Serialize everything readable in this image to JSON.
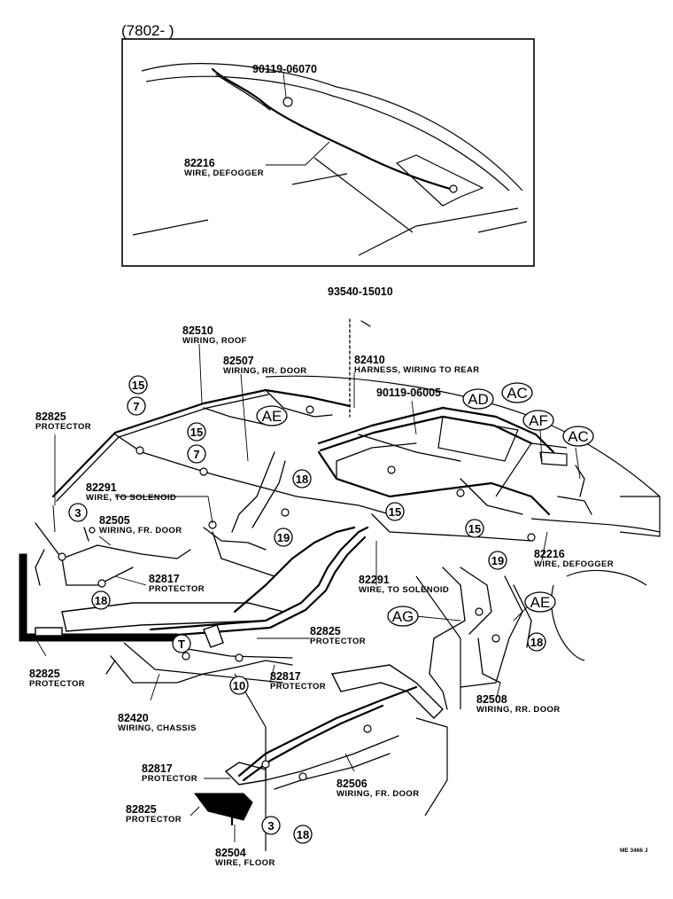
{
  "inset": {
    "range_label": "(7802-        )",
    "part_a": "90119-06070",
    "part_b_num": "82216",
    "part_b_desc": "WIRE, DEFOGGER"
  },
  "parts": {
    "p93540": "93540-15010",
    "p82510": {
      "num": "82510",
      "desc": "WIRING, ROOF"
    },
    "p82507": {
      "num": "82507",
      "desc": "WIRING, RR. DOOR"
    },
    "p82410": {
      "num": "82410",
      "desc": "HARNESS, WIRING TO REAR"
    },
    "p90119": "90119-06005",
    "p82825a": {
      "num": "82825",
      "desc": "PROTECTOR"
    },
    "p82291a": {
      "num": "82291",
      "desc": "WIRE, TO SOLENOID"
    },
    "p82505": {
      "num": "82505",
      "desc": "WIRING, FR. DOOR"
    },
    "p82817a": {
      "num": "82817",
      "desc": "PROTECTOR"
    },
    "p82825b": {
      "num": "82825",
      "desc": "PROTECTOR"
    },
    "p82216": {
      "num": "82216",
      "desc": "WIRE, DEFOGGER"
    },
    "p82291b": {
      "num": "82291",
      "desc": "WIRE, TO SOLENOID"
    },
    "p82825c": {
      "num": "82825",
      "desc": "PROTECTOR"
    },
    "p82817b": {
      "num": "82817",
      "desc": "PROTECTOR"
    },
    "p82420": {
      "num": "82420",
      "desc": "WIRING, CHASSIS"
    },
    "p82508": {
      "num": "82508",
      "desc": "WIRING, RR. DOOR"
    },
    "p82817c": {
      "num": "82817",
      "desc": "PROTECTOR"
    },
    "p82825d": {
      "num": "82825",
      "desc": "PROTECTOR"
    },
    "p82506": {
      "num": "82506",
      "desc": "WIRING, FR. DOOR"
    },
    "p82504": {
      "num": "82504",
      "desc": "WIRE, FLOOR"
    }
  },
  "callouts": {
    "c15a": "15",
    "c7a": "7",
    "c15b": "15",
    "c7b": "7",
    "c3a": "3",
    "c18a": "18",
    "c18b": "18",
    "c19a": "19",
    "c15c": "15",
    "c15d": "15",
    "c19b": "19",
    "c18c": "18",
    "c10": "10",
    "cT": "T",
    "c3b": "3",
    "c18d": "18"
  },
  "connectors": {
    "AE1": "AE",
    "AD": "AD",
    "AC1": "AC",
    "AF": "AF",
    "AC2": "AC",
    "AG": "AG",
    "AE2": "AE"
  },
  "footer_code": "ME 3466 J"
}
